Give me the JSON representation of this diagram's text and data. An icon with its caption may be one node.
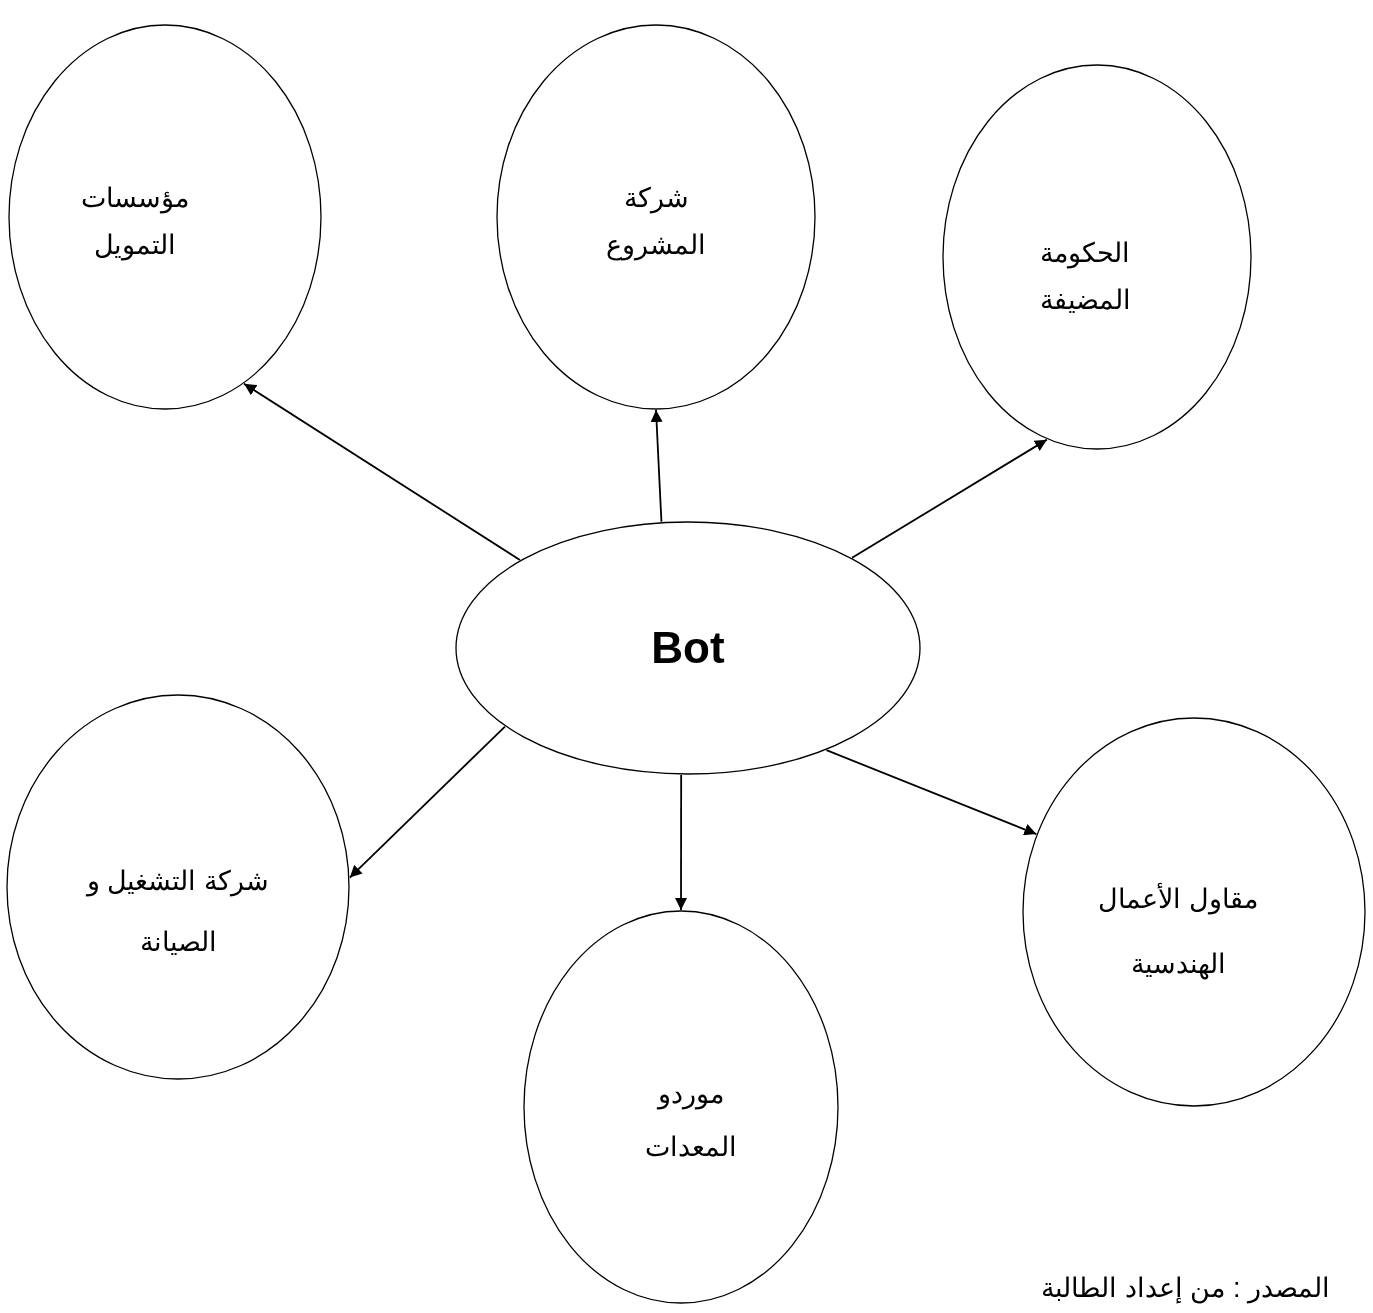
{
  "diagram": {
    "nodes": [
      {
        "text": [
          "Bot"
        ]
      },
      {
        "text": [
          "مؤسسات التمويل"
        ]
      },
      {
        "text": [
          "شركة المشروع"
        ]
      },
      {
        "text": [
          "الحكومة المضيفة"
        ]
      },
      {
        "text": [
          "شركة التشغيل و الصيانة"
        ]
      },
      {
        "text": [
          "موردو المعدات"
        ]
      },
      {
        "text": [
          "مقاول الأعمال الهندسية"
        ]
      }
    ],
    "edges": [
      {
        "from": 0,
        "to": 1,
        "arrow": "to"
      },
      {
        "from": 0,
        "to": 2,
        "arrow": "to"
      },
      {
        "from": 0,
        "to": 3,
        "arrow": "to"
      },
      {
        "from": 0,
        "to": 4,
        "arrow": "to"
      },
      {
        "from": 0,
        "to": 5,
        "arrow": "to"
      },
      {
        "from": 0,
        "to": 6,
        "arrow": "to"
      }
    ],
    "labels": [
      "المصدر : من إعداد الطالبة"
    ]
  }
}
